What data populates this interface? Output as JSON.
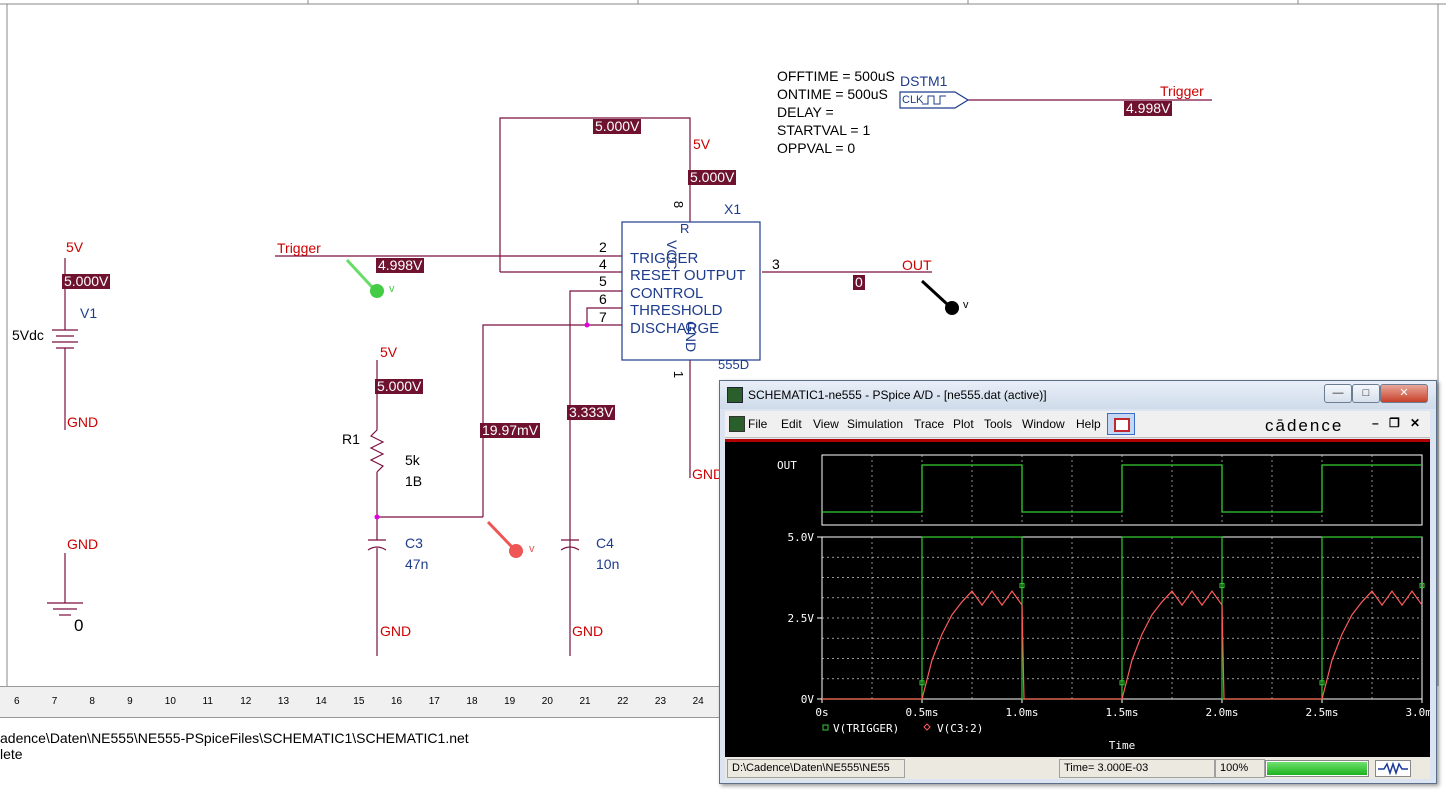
{
  "schematic": {
    "stimulus": {
      "params": [
        "OFFTIME = 500uS",
        "ONTIME = 500uS",
        "DELAY =",
        "STARTVAL = 1",
        "OPPVAL = 0"
      ],
      "name": "DSTM1",
      "clk_label": "CLK",
      "net": "Trigger",
      "voltage": "4.998V"
    },
    "supply": {
      "net_top": "5V",
      "voltage": "5.000V",
      "part": "V1",
      "value": "5Vdc",
      "gnd": "GND"
    },
    "ground": {
      "label": "GND",
      "node": "0"
    },
    "timer": {
      "ref": "X1",
      "type": "555D",
      "pins": {
        "trigger": "TRIGGER",
        "reset_output": "RESET OUTPUT",
        "control": "CONTROL",
        "threshold": "THRESHOLD",
        "discharge": "DISCHARGE",
        "vcc": "VCC",
        "gnd": "GND",
        "r_top": "R"
      },
      "pin_numbers": {
        "p2": "2",
        "p4": "4",
        "p5": "5",
        "p6": "6",
        "p7": "7",
        "p3": "3",
        "p8": "8",
        "p1": "1"
      },
      "gnd_net": "GND"
    },
    "top_loop_voltage": "5.000V",
    "vcc": {
      "net": "5V",
      "voltage": "5.000V"
    },
    "trigger_net": {
      "label": "Trigger",
      "voltage": "4.998V"
    },
    "output": {
      "net": "OUT",
      "voltage": "0"
    },
    "resistor": {
      "net_top": "5V",
      "voltage": "5.000V",
      "ref": "R1",
      "value": "5k",
      "model": "1B"
    },
    "threshold_voltage": "19.97mV",
    "control_voltage": "3.333V",
    "c3": {
      "ref": "C3",
      "value": "47n",
      "gnd": "GND"
    },
    "c4": {
      "ref": "C4",
      "value": "10n",
      "gnd": "GND"
    },
    "probe_label": "v"
  },
  "ruler": {
    "ticks": [
      "6",
      "7",
      "8",
      "9",
      "10",
      "11",
      "12",
      "13",
      "14",
      "15",
      "16",
      "17",
      "18",
      "19",
      "20",
      "21",
      "22",
      "23",
      "24"
    ]
  },
  "session_log": {
    "line1": "adence\\Daten\\NE555\\NE555-PSpiceFiles\\SCHEMATIC1\\SCHEMATIC1.net",
    "line2": "lete"
  },
  "pspice": {
    "title": "SCHEMATIC1-ne555 - PSpice A/D  - [ne555.dat (active)]",
    "menu": [
      "File",
      "Edit",
      "View",
      "Simulation",
      "Trace",
      "Plot",
      "Tools",
      "Window",
      "Help"
    ],
    "brand": "cādence",
    "status": {
      "path": "D:\\Cadence\\Daten\\NE555\\NE55",
      "time": "Time= 3.000E-03",
      "zoom": "100%",
      "progress": 1.0
    },
    "colors": {
      "trigger": "#33cc33",
      "c3": "#ff5a5a",
      "out": "#33cc33",
      "grid": "#cccccc"
    }
  },
  "chart_data": [
    {
      "type": "line",
      "title": "",
      "ylabel": "OUT",
      "xlabel": "",
      "x_range": [
        "0s",
        "3.0ms"
      ],
      "series": [
        {
          "name": "OUT",
          "x_ms": [
            0,
            0.5,
            0.5,
            1.0,
            1.0,
            1.5,
            1.5,
            2.0,
            2.0,
            2.5,
            2.5,
            3.0
          ],
          "values": [
            0,
            0,
            1,
            1,
            0,
            0,
            1,
            1,
            0,
            0,
            1,
            1
          ]
        }
      ]
    },
    {
      "type": "line",
      "xlabel": "Time",
      "ylabel": "",
      "x_ticks": [
        "0s",
        "0.5ms",
        "1.0ms",
        "1.5ms",
        "2.0ms",
        "2.5ms",
        "3.0ms"
      ],
      "y_ticks": [
        "0V",
        "2.5V",
        "5.0V"
      ],
      "ylim": [
        0,
        5.0
      ],
      "xlim_ms": [
        0,
        3.0
      ],
      "series": [
        {
          "name": "V(TRIGGER)",
          "x_ms": [
            0,
            0.5,
            0.5,
            1.0,
            1.0,
            1.5,
            1.5,
            2.0,
            2.0,
            2.5,
            2.5,
            3.0
          ],
          "values": [
            0,
            0,
            5.0,
            5.0,
            0,
            0,
            5.0,
            5.0,
            0,
            0,
            5.0,
            5.0
          ]
        },
        {
          "name": "V(C3:2)",
          "x_ms": [
            0,
            0.5,
            0.55,
            0.6,
            0.65,
            0.7,
            0.75,
            0.8,
            0.85,
            0.9,
            0.95,
            1.0,
            1.01,
            1.5,
            1.55,
            1.6,
            1.65,
            1.7,
            1.75,
            1.8,
            1.85,
            1.9,
            1.95,
            2.0,
            2.01,
            2.5,
            2.55,
            2.6,
            2.65,
            2.7,
            2.75,
            2.8,
            2.85,
            2.9,
            2.95,
            3.0
          ],
          "values": [
            0,
            0,
            1.2,
            2.0,
            2.6,
            3.0,
            3.33,
            2.9,
            3.33,
            2.9,
            3.33,
            2.9,
            0,
            0,
            1.2,
            2.0,
            2.6,
            3.0,
            3.33,
            2.9,
            3.33,
            2.9,
            3.33,
            2.9,
            0,
            0,
            1.2,
            2.0,
            2.6,
            3.0,
            3.33,
            2.9,
            3.33,
            2.9,
            3.33,
            2.9
          ]
        }
      ]
    }
  ]
}
